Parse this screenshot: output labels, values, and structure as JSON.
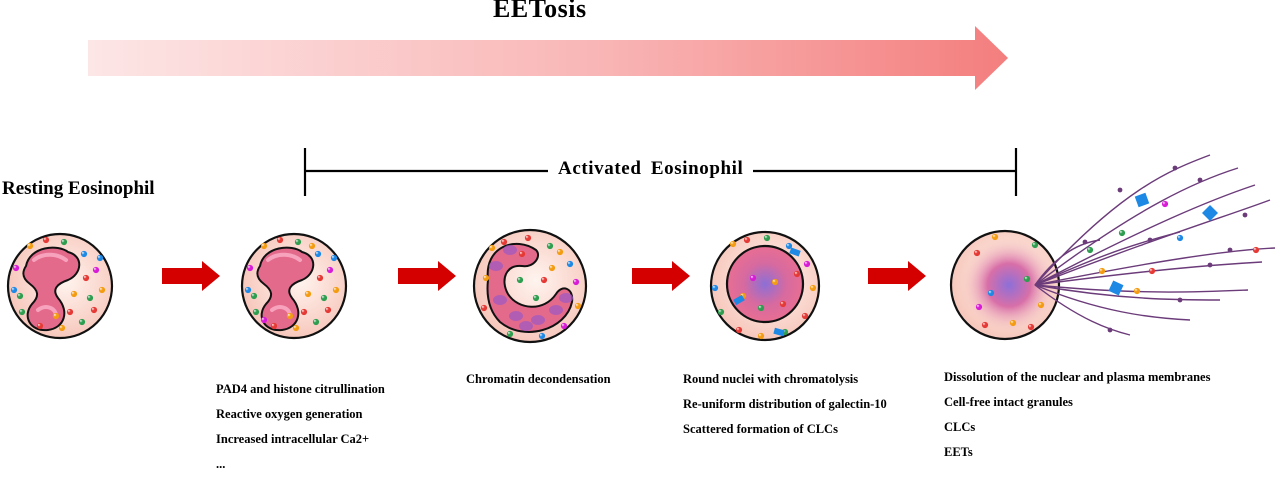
{
  "title": "EETosis",
  "labels": {
    "resting": "Resting Eosinophil",
    "activated": "Activated Eosinophil"
  },
  "stages": [
    {
      "notes": [
        "PAD4 and histone citrullination",
        "Reactive oxygen generation",
        "Increased intracellular Ca2+",
        "..."
      ]
    },
    {
      "notes": [
        "Chromatin decondensation"
      ]
    },
    {
      "notes": [
        "Round nuclei with chromatolysis",
        "Re-uniform distribution of galectin-10",
        "Scattered formation of CLCs"
      ]
    },
    {
      "notes": [
        "Dissolution of the nuclear and plasma membranes",
        "Cell-free intact granules",
        "CLCs",
        "EETs"
      ]
    }
  ],
  "colors": {
    "process_arrow": "#f58a8a",
    "step_arrow": "#d40000",
    "cytoplasm": "#f9cfc4",
    "nucleus": "#e46a8c",
    "chromatin": "#a05ac0",
    "fiber": "#6b3b7a",
    "clc": "#1e88e5"
  }
}
